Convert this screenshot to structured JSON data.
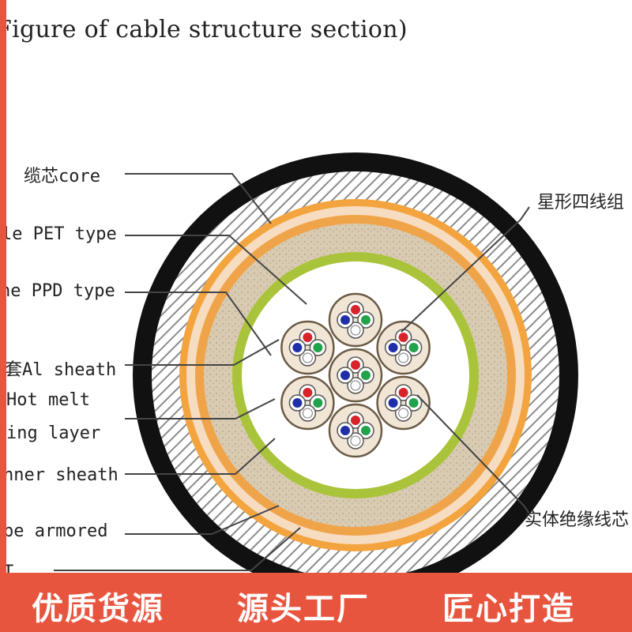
{
  "title": "Figure of cable structure section)",
  "left_labels": [
    "缆芯core",
    "le PET type",
    "ne PPD type",
    "套Al sheath",
    "Hot melt",
    "ing layer",
    "nner sheath",
    "pe armored",
    "T"
  ],
  "right_labels": [
    "星形四线组",
    "实体绝缘线芯"
  ],
  "slogans": [
    "优质货源",
    "源头工厂",
    "匠心打造"
  ],
  "colors": {
    "banner": "#e8553f",
    "outer_jacket": "#111111",
    "armor_hatch": "#9a9a9a",
    "orange_layer": "#f2a13a",
    "inner_fill": "#d8c6a8",
    "green_sheath": "#a9c43a",
    "quad_red": "#d8232a",
    "quad_green": "#22a24a",
    "quad_blue": "#1f2fa8",
    "quad_white": "#ffffff"
  }
}
